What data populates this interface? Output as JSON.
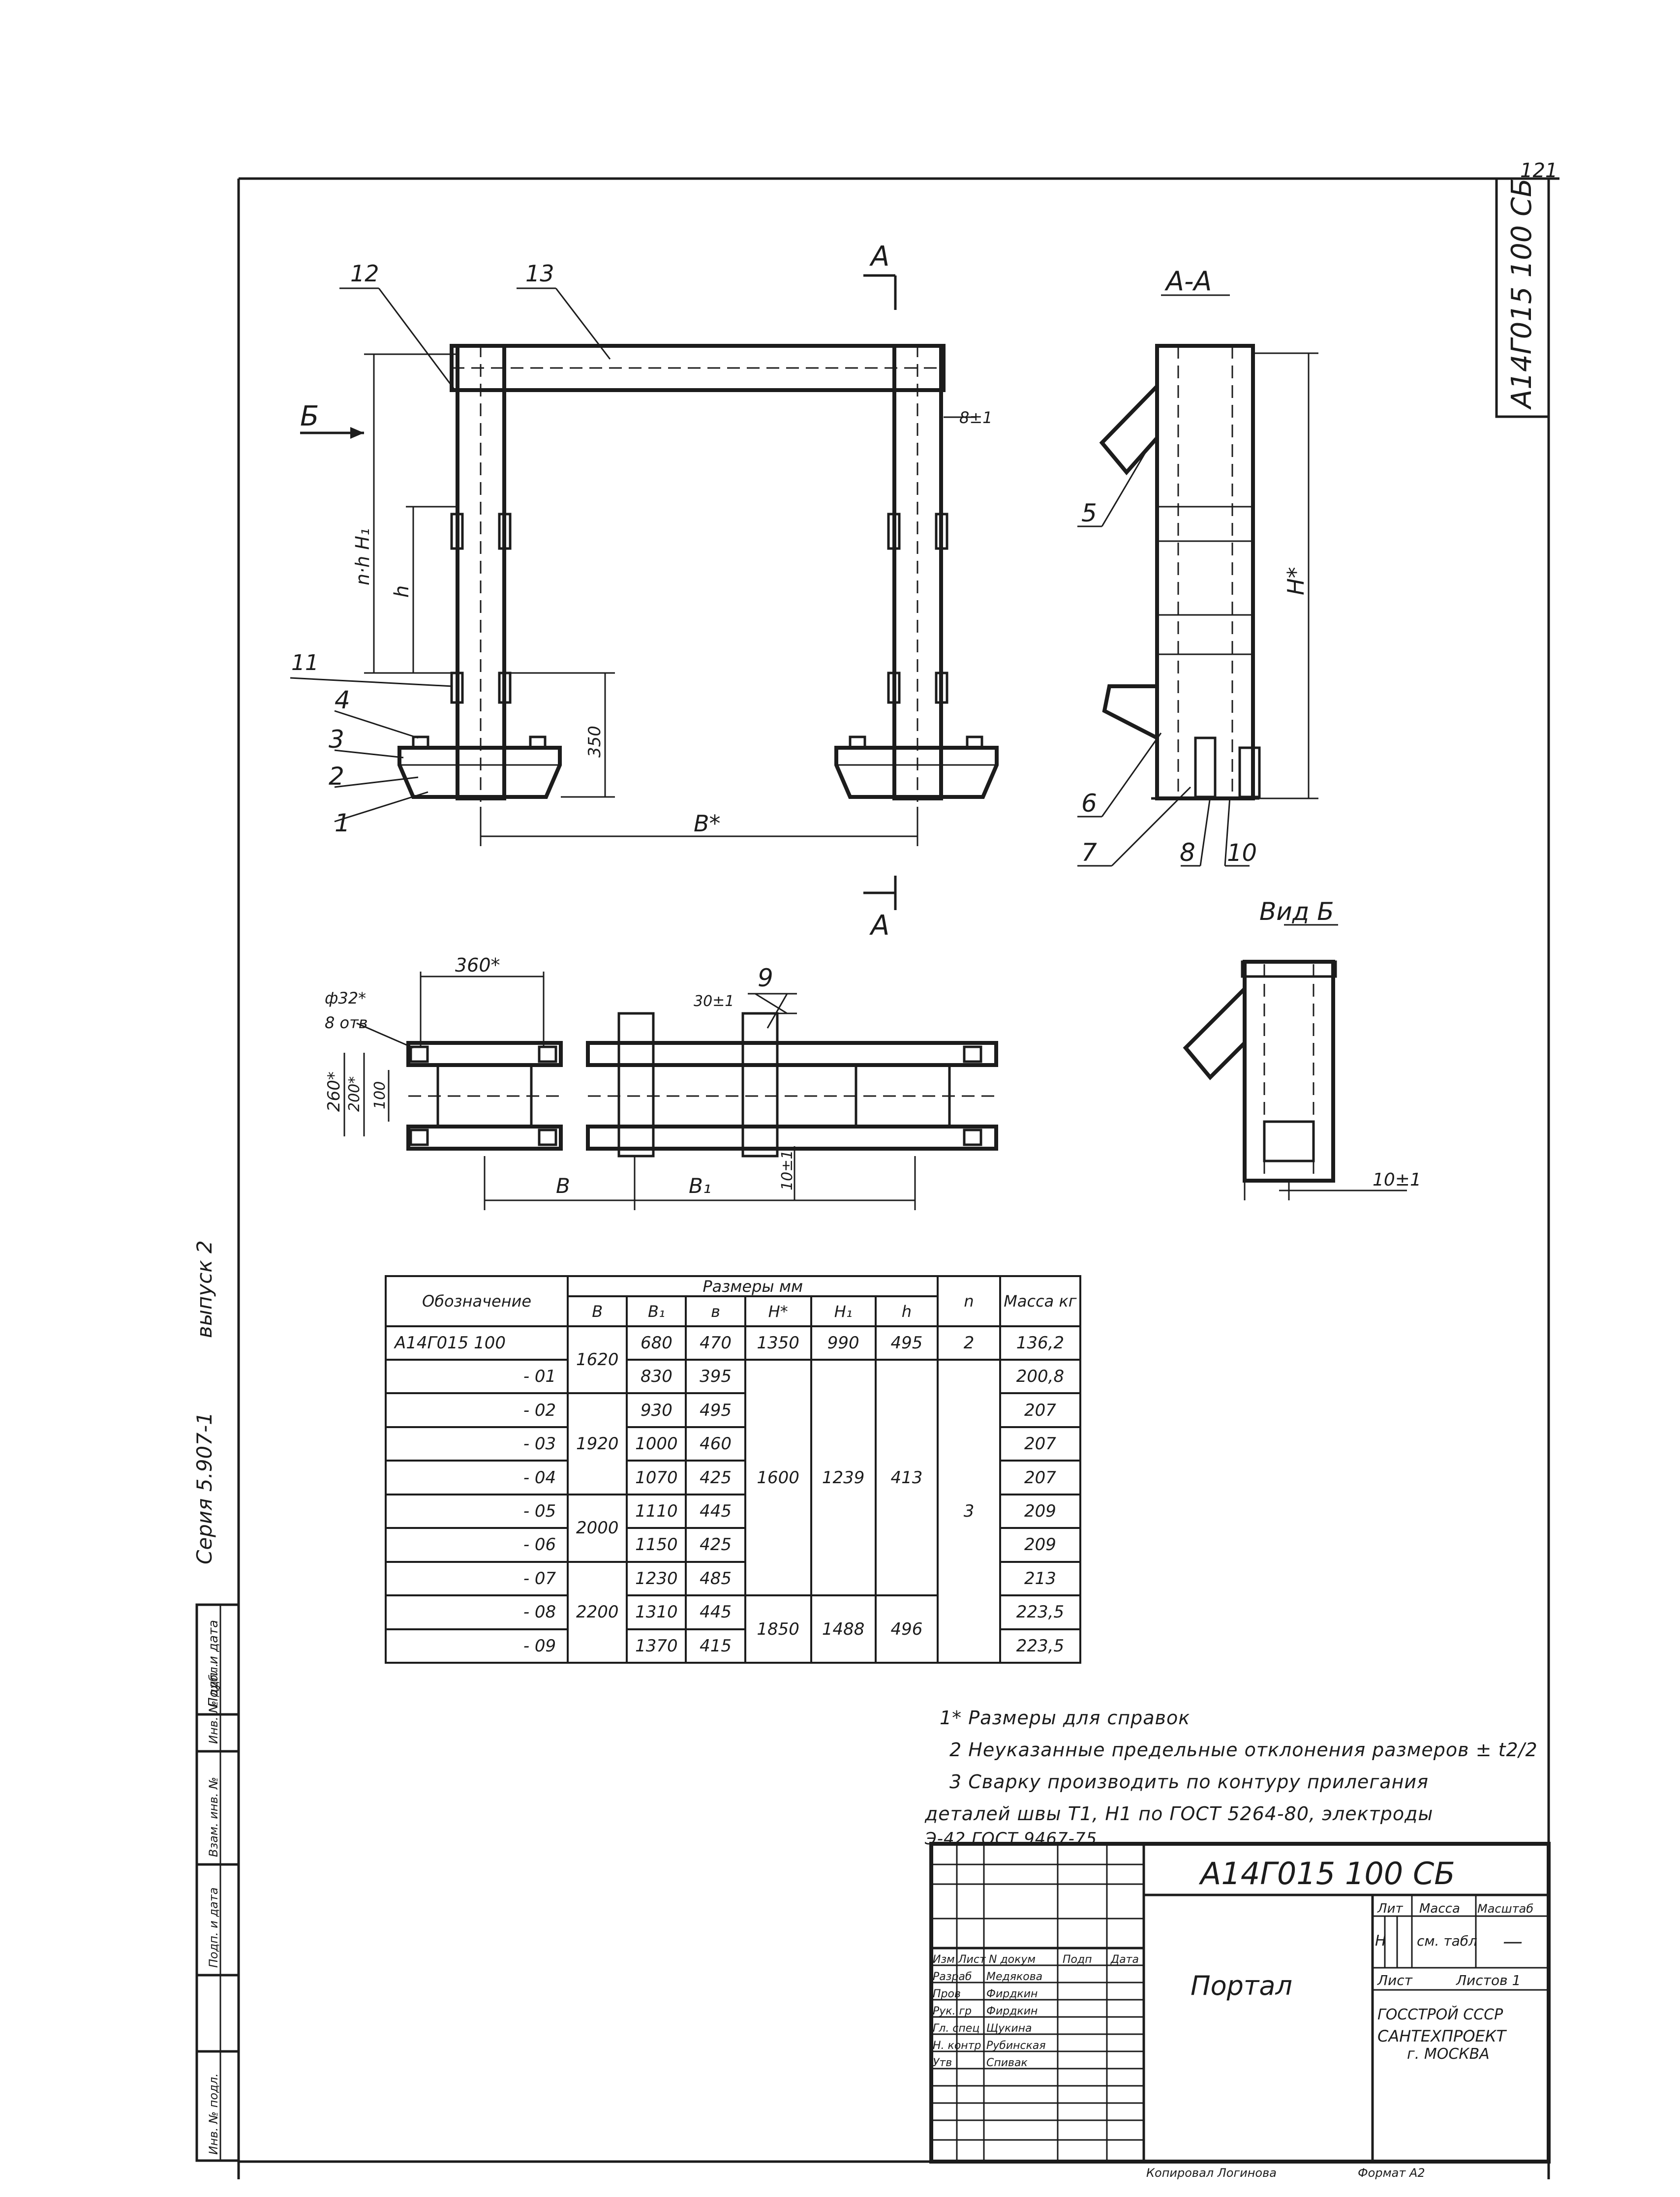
{
  "sheet_number": "121",
  "doc_code": "A14Г015 100 СБ",
  "series_label": "Серия 5.907-1",
  "issue_label": "выпуск 2",
  "side_stamp": [
    "Инв. № подл.",
    "Подп. и дата",
    "Взам. инв. №",
    "Инв. № дубл.",
    "Подп. и дата"
  ],
  "view_labels": {
    "section_a": "А",
    "section_aa": "А-А",
    "view_b": "Вид Б",
    "arrow_b": "Б"
  },
  "callouts": [
    "1",
    "2",
    "3",
    "4",
    "5",
    "6",
    "7",
    "8",
    "9",
    "10",
    "11",
    "12",
    "13"
  ],
  "dimensions": {
    "n_h_h1": "n·h H₁",
    "h": "h",
    "d350": "350",
    "b_star": "B*",
    "h_star": "H*",
    "d8": "8±1",
    "d360": "360*",
    "hole": "ф32*",
    "hole2": "8 отв",
    "d260": "260*",
    "d200": "200*",
    "d100": "100",
    "d30": "30±1",
    "b": "B",
    "b1": "B₁",
    "d10a": "10±1",
    "d10b": "10±1"
  },
  "spec_table": {
    "header_designation": "Обозначение",
    "header_sizes": "Размеры мм",
    "header_n": "n",
    "header_mass": "Масса кг",
    "sub_headers": [
      "B",
      "B₁",
      "в",
      "H*",
      "H₁",
      "h"
    ],
    "rows": [
      {
        "designation": "А14Г015 100",
        "B": "1620",
        "B1": "680",
        "v": "470",
        "H": "1350",
        "H1": "990",
        "h": "495",
        "n": "2",
        "mass": "136,2"
      },
      {
        "designation": "- 01",
        "B": "",
        "B1": "830",
        "v": "395",
        "H": "",
        "H1": "",
        "h": "",
        "n": "",
        "mass": "200,8"
      },
      {
        "designation": "- 02",
        "B": "",
        "B1": "930",
        "v": "495",
        "H": "",
        "H1": "",
        "h": "",
        "n": "",
        "mass": "207"
      },
      {
        "designation": "- 03",
        "B": "1920",
        "B1": "1000",
        "v": "460",
        "H": "",
        "H1": "",
        "h": "",
        "n": "",
        "mass": "207"
      },
      {
        "designation": "- 04",
        "B": "",
        "B1": "1070",
        "v": "425",
        "H": "1600",
        "H1": "1239",
        "h": "413",
        "n": "",
        "mass": "207"
      },
      {
        "designation": "- 05",
        "B": "2000",
        "B1": "1110",
        "v": "445",
        "H": "",
        "H1": "",
        "h": "",
        "n": "3",
        "mass": "209"
      },
      {
        "designation": "- 06",
        "B": "",
        "B1": "1150",
        "v": "425",
        "H": "",
        "H1": "",
        "h": "",
        "n": "",
        "mass": "209"
      },
      {
        "designation": "- 07",
        "B": "",
        "B1": "1230",
        "v": "485",
        "H": "",
        "H1": "",
        "h": "",
        "n": "",
        "mass": "213"
      },
      {
        "designation": "- 08",
        "B": "2200",
        "B1": "1310",
        "v": "445",
        "H": "1850",
        "H1": "1488",
        "h": "496",
        "n": "",
        "mass": "223,5"
      },
      {
        "designation": "- 09",
        "B": "",
        "B1": "1370",
        "v": "415",
        "H": "",
        "H1": "",
        "h": "",
        "n": "",
        "mass": "223,5"
      }
    ]
  },
  "notes": [
    "1* Размеры для справок",
    "2 Неуказанные предельные отклонения размеров ± t2/2",
    "3 Сварку производить по контуру прилегания",
    "деталей  швы Т1, Н1  по ГОСТ 5264-80, электроды",
    "Э-42 ГОСТ 9467-75"
  ],
  "title_block": {
    "doc_code": "А14Г015 100 СБ",
    "name": "Портал",
    "lit_header": "Лит",
    "mass_header": "Масса",
    "scale_header": "Масштаб",
    "lit_value": "Н",
    "mass_value": "см. табл",
    "scale_value": "—",
    "sheet_label": "Лист",
    "sheets_label": "Листов 1",
    "org1": "ГОССТРОЙ  СССР",
    "org2": "САНТЕХПРОЕКТ",
    "org3": "г. МОСКВА",
    "col_headers": [
      "Изм",
      "Лист",
      "N докум",
      "Подп",
      "Дата"
    ],
    "signatures": [
      {
        "role": "Разраб",
        "name": "Медякова"
      },
      {
        "role": "Пров",
        "name": "Фирдкин"
      },
      {
        "role": "Рук. гр",
        "name": "Фирдкин"
      },
      {
        "role": "Гл. спец",
        "name": "Щукина"
      },
      {
        "role": "Н. контр",
        "name": "Рубинская"
      },
      {
        "role": "Утв",
        "name": "Спивак"
      }
    ],
    "copied_by": "Копировал Логинова",
    "format": "Формат А2"
  }
}
